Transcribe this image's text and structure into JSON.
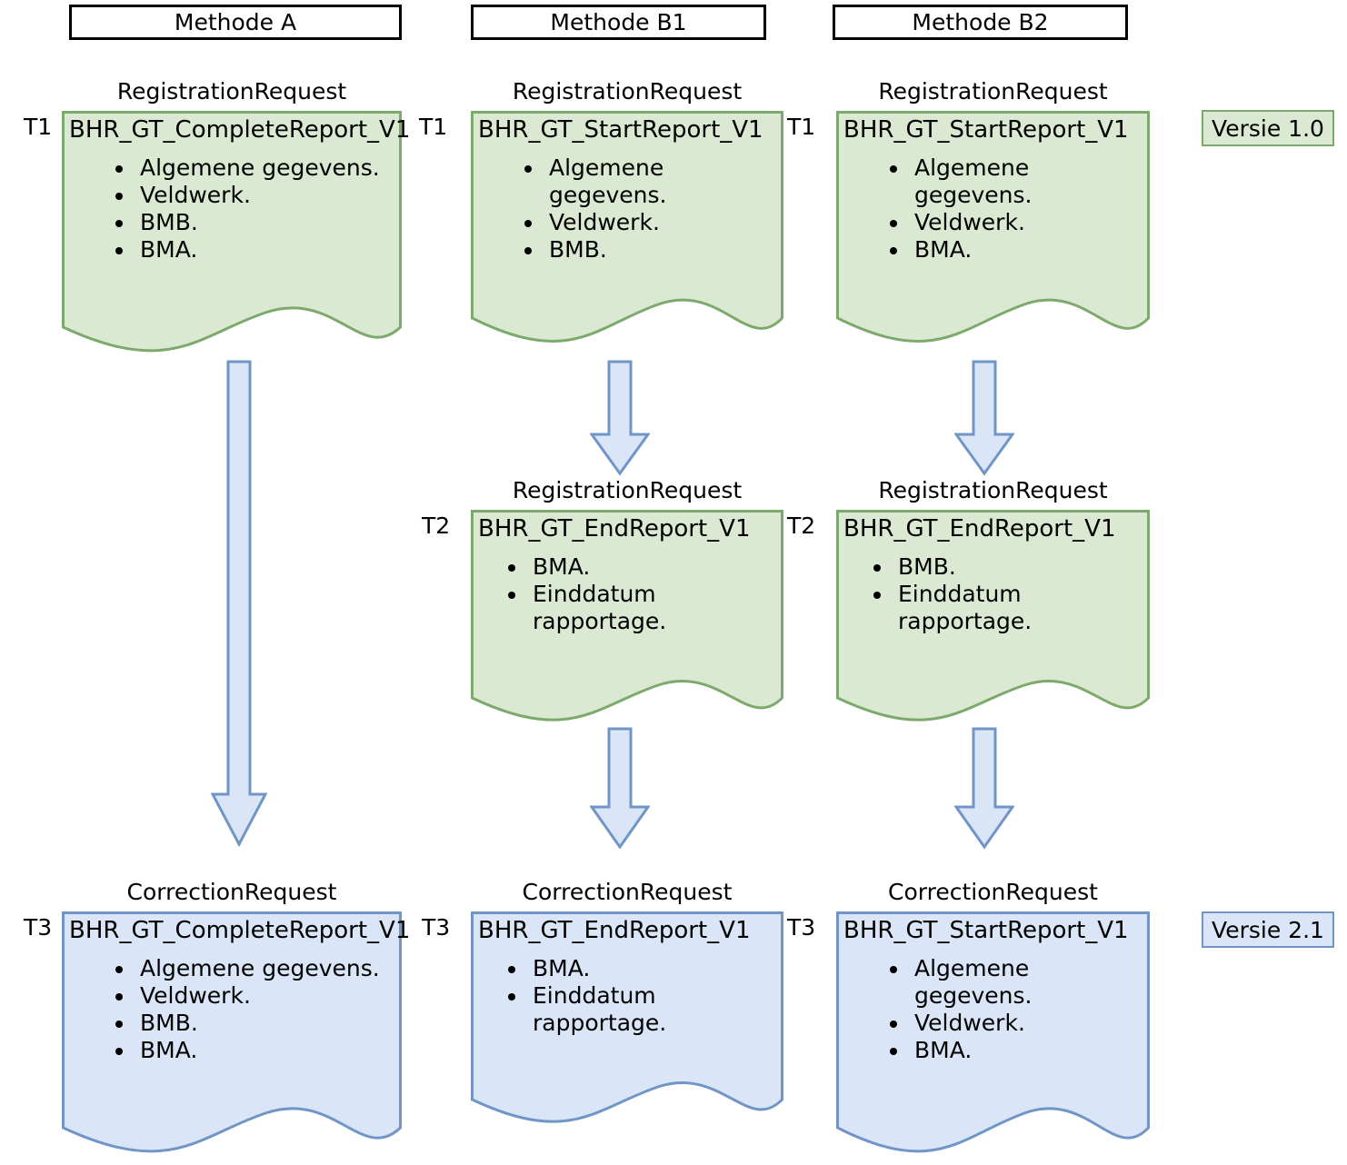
{
  "colors": {
    "green_fill": "#DCE9D2",
    "green_border": "#7BAA6C",
    "blue_fill": "#DAE6F7",
    "blue_border": "#7095C6",
    "header_border": "#000000"
  },
  "headers": [
    {
      "label": "Methode A"
    },
    {
      "label": "Methode B1"
    },
    {
      "label": "Methode B2"
    }
  ],
  "legend": [
    {
      "label": "Versie 1.0",
      "variant": "green"
    },
    {
      "label": "Versie 2.1",
      "variant": "blue"
    }
  ],
  "cards": [
    {
      "id": "a-t1",
      "caption": "RegistrationRequest",
      "title": "BHR_GT_CompleteReport_V1",
      "time": "T1",
      "variant": "green",
      "items": [
        "Algemene gegevens.",
        "Veldwerk.",
        "BMB.",
        "BMA."
      ]
    },
    {
      "id": "b1-t1",
      "caption": "RegistrationRequest",
      "title": "BHR_GT_StartReport_V1",
      "time": "T1",
      "variant": "green",
      "items": [
        "Algemene gegevens.",
        "Veldwerk.",
        "BMB."
      ]
    },
    {
      "id": "b2-t1",
      "caption": "RegistrationRequest",
      "title": "BHR_GT_StartReport_V1",
      "time": "T1",
      "variant": "green",
      "items": [
        "Algemene gegevens.",
        "Veldwerk.",
        "BMA."
      ]
    },
    {
      "id": "b1-t2",
      "caption": "RegistrationRequest",
      "title": "BHR_GT_EndReport_V1",
      "time": "T2",
      "variant": "green",
      "items": [
        "BMA.",
        "Einddatum rapportage."
      ]
    },
    {
      "id": "b2-t2",
      "caption": "RegistrationRequest",
      "title": "BHR_GT_EndReport_V1",
      "time": "T2",
      "variant": "green",
      "items": [
        "BMB.",
        "Einddatum rapportage."
      ]
    },
    {
      "id": "a-t3",
      "caption": "CorrectionRequest",
      "title": "BHR_GT_CompleteReport_V1",
      "time": "T3",
      "variant": "blue",
      "items": [
        "Algemene gegevens.",
        "Veldwerk.",
        "BMB.",
        "BMA."
      ]
    },
    {
      "id": "b1-t3",
      "caption": "CorrectionRequest",
      "title": "BHR_GT_EndReport_V1",
      "time": "T3",
      "variant": "blue",
      "items": [
        "BMA.",
        "Einddatum rapportage."
      ]
    },
    {
      "id": "b2-t3",
      "caption": "CorrectionRequest",
      "title": "BHR_GT_StartReport_V1",
      "time": "T3",
      "variant": "blue",
      "items": [
        "Algemene gegevens.",
        "Veldwerk.",
        "BMA."
      ]
    }
  ]
}
